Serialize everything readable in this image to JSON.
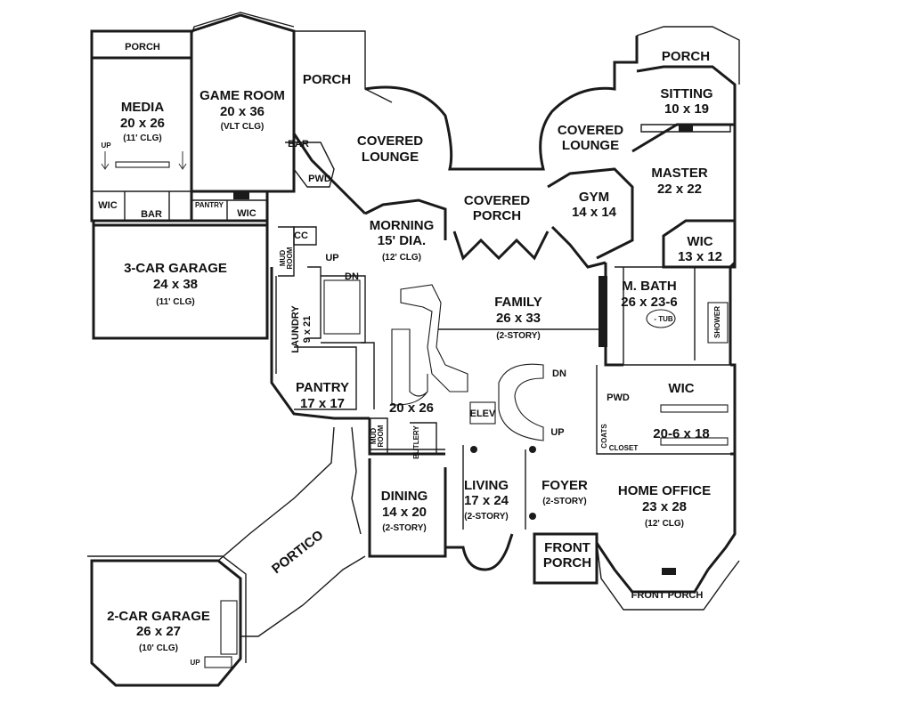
{
  "rooms": {
    "porch_nw": {
      "name": "PORCH"
    },
    "media": {
      "name": "MEDIA",
      "dim": "20 x 26",
      "note": "(11' CLG)"
    },
    "game_room": {
      "name": "GAME ROOM",
      "dim": "20 x 36",
      "note": "(VLT CLG)"
    },
    "porch_n": {
      "name": "PORCH"
    },
    "covered_lounge_w": {
      "name1": "COVERED",
      "name2": "LOUNGE"
    },
    "covered_lounge_e": {
      "name1": "COVERED",
      "name2": "LOUNGE"
    },
    "porch_ne": {
      "name": "PORCH"
    },
    "sitting": {
      "name": "SITTING",
      "dim": "10 x 19"
    },
    "master": {
      "name": "MASTER",
      "dim": "22 x 22"
    },
    "gym": {
      "name": "GYM",
      "dim": "14 x 14"
    },
    "covered_porch": {
      "name1": "COVERED",
      "name2": "PORCH"
    },
    "morning": {
      "name": "MORNING",
      "dim": "15' DIA.",
      "note": "(12' CLG)"
    },
    "wic_master": {
      "name": "WIC",
      "dim": "13 x 12"
    },
    "m_bath": {
      "name": "M. BATH",
      "dim": "26 x 23-6"
    },
    "garage_3": {
      "name": "3-CAR GARAGE",
      "dim": "24 x 38",
      "note": "(11' CLG)"
    },
    "family": {
      "name": "FAMILY",
      "dim": "26 x 33",
      "note": "(2-STORY)"
    },
    "laundry": {
      "name": "LAUNDRY",
      "dim": "9 x 21"
    },
    "pantry": {
      "name": "PANTRY",
      "dim": "17 x 17"
    },
    "kitchen": {
      "dim": "20 x 26"
    },
    "wic_east": {
      "name": "WIC",
      "dim": "20-6 x 18"
    },
    "dining": {
      "name": "DINING",
      "dim": "14 x 20",
      "note": "(2-STORY)"
    },
    "living": {
      "name": "LIVING",
      "dim": "17 x 24",
      "note": "(2-STORY)"
    },
    "foyer": {
      "name": "FOYER",
      "note": "(2-STORY)"
    },
    "home_office": {
      "name": "HOME OFFICE",
      "dim": "23 x 28",
      "note": "(12' CLG)"
    },
    "front_porch_c": {
      "name1": "FRONT",
      "name2": "PORCH"
    },
    "front_porch_e": {
      "name": "FRONT PORCH"
    },
    "portico": {
      "name": "PORTICO"
    },
    "garage_2": {
      "name": "2-CAR GARAGE",
      "dim": "26 x 27",
      "note": "(10' CLG)"
    }
  },
  "labels": {
    "wic_media": "WIC",
    "bar_media": "BAR",
    "pantry_small": "PANTRY",
    "wic_game": "WIC",
    "bar_game": "BAR",
    "pwd_north": "PWD",
    "cc": "CC",
    "mud_room_n1": "MUD",
    "mud_room_n2": "ROOM",
    "up_stair_n": "UP",
    "dn_stair_n": "DN",
    "up_media": "UP",
    "elev": "ELEV",
    "dn_stair_c": "DN",
    "up_stair_c": "UP",
    "mud_room_s1": "MUD",
    "mud_room_s2": "ROOM",
    "butlery": "BUTLERY",
    "pwd_south": "PWD",
    "coats": "COATS",
    "closet": "CLOSET",
    "tub": "- TUB",
    "shower": "SHOWER",
    "up_garage2": "UP"
  }
}
